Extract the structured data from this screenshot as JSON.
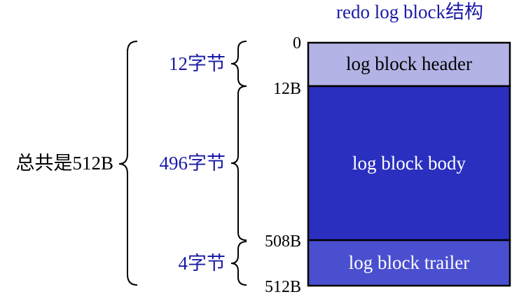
{
  "title": "redo log block结构",
  "total_label": "总共是512B",
  "sections": [
    {
      "name": "log block header",
      "size_label": "12字节",
      "fill": "#b3b3e6",
      "text_color": "#000000"
    },
    {
      "name": "log block body",
      "size_label": "496字节",
      "fill": "#2a2fbf",
      "text_color": "#ffffff"
    },
    {
      "name": "log block trailer",
      "size_label": "4字节",
      "fill": "#4a4fd0",
      "text_color": "#ffffff"
    }
  ],
  "offsets": [
    "0",
    "12B",
    "508B",
    "512B"
  ],
  "colors": {
    "title": "#1a1aa6",
    "size_label": "#1a1aa6",
    "text": "#000000",
    "border": "#000000"
  }
}
